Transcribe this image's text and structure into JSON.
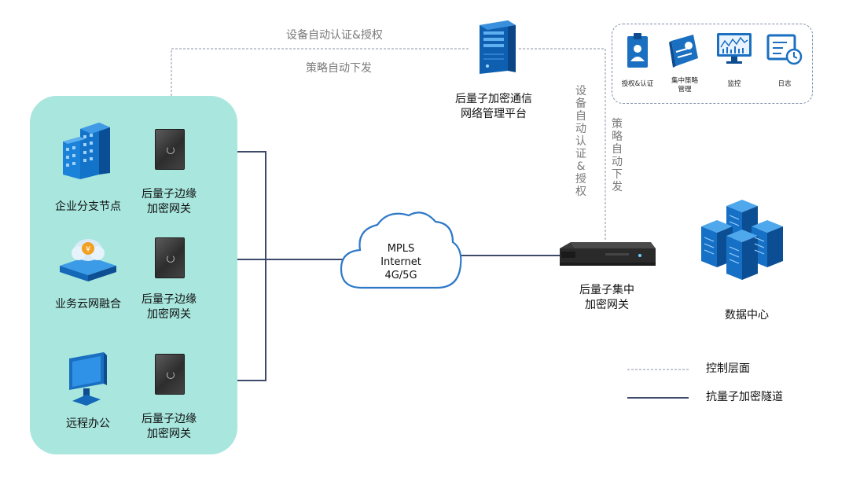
{
  "top_labels": {
    "auth": "设备自动认证&授权",
    "policy": "策略自动下发"
  },
  "platform": {
    "title_line1": "后量子加密通信",
    "title_line2": "网络管理平台"
  },
  "vertical_labels": {
    "auth": [
      "设",
      "备",
      "自",
      "动",
      "认",
      "证",
      "&",
      "授",
      "权"
    ],
    "policy": [
      "策",
      "略",
      "自",
      "动",
      "下",
      "发"
    ]
  },
  "control_features": [
    {
      "label": "授权&认证",
      "icon": "id-card-icon"
    },
    {
      "label": "集中策略\n管理",
      "icon": "policy-book-icon"
    },
    {
      "label": "监控",
      "icon": "monitor-chart-icon"
    },
    {
      "label": "日志",
      "icon": "log-clock-icon"
    }
  ],
  "branches": [
    {
      "site": "企业分支节点",
      "site_icon": "building-icon",
      "gateway_line1": "后量子边缘",
      "gateway_line2": "加密网关"
    },
    {
      "site": "业务云网融合",
      "site_icon": "cloud-platform-icon",
      "gateway_line1": "后量子边缘",
      "gateway_line2": "加密网关"
    },
    {
      "site": "远程办公",
      "site_icon": "computer-monitor-icon",
      "gateway_line1": "后量子边缘",
      "gateway_line2": "加密网关"
    }
  ],
  "cloud": {
    "line1": "MPLS",
    "line2": "Internet",
    "line3": "4G/5G"
  },
  "central_gateway": {
    "line1": "后量子集中",
    "line2": "加密网关"
  },
  "datacenter": {
    "label": "数据中心"
  },
  "legend": {
    "control": "控制层面",
    "tunnel": "抗量子加密隧道"
  },
  "colors": {
    "panel_fill": "#a8e6de",
    "tunnel_line": "#3d4a6b",
    "control_line": "#8a93a6",
    "icon_blue": "#1478c8"
  }
}
